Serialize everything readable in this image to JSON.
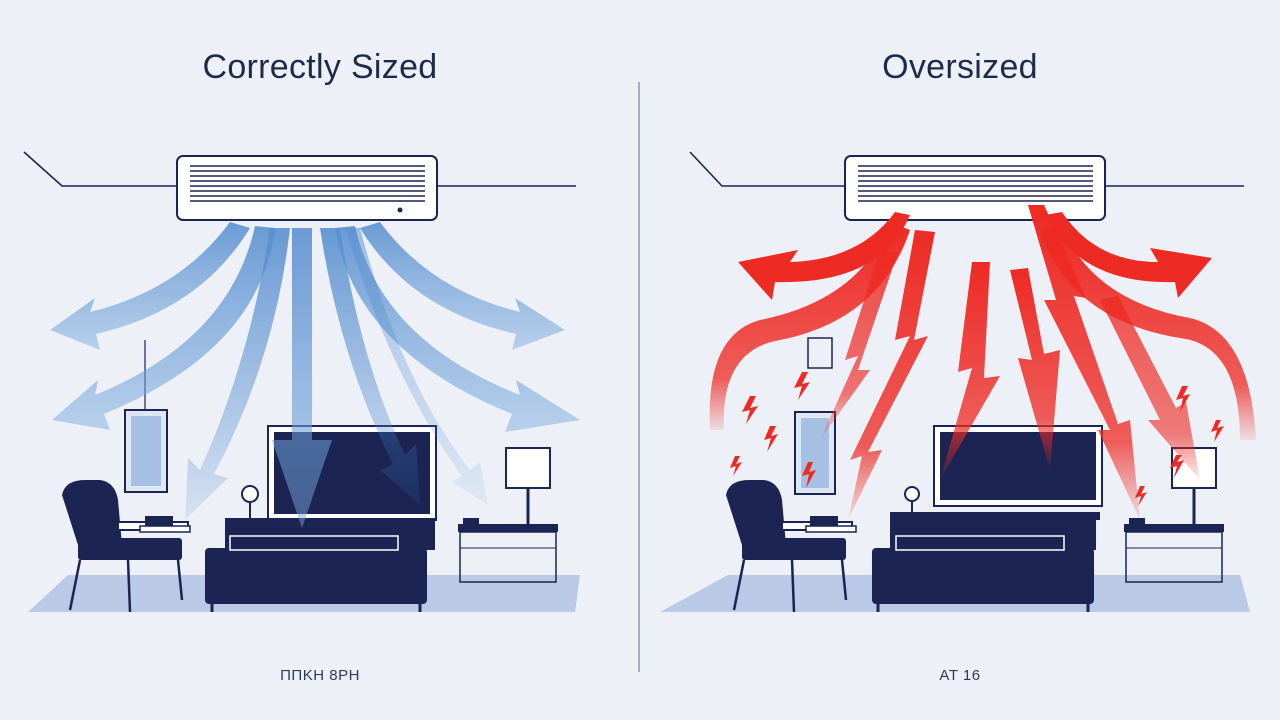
{
  "left_panel": {
    "title": "Correctly Sized",
    "caption": "ΠΠΚΗ 8ΡΗ"
  },
  "right_panel": {
    "title": "Oversized",
    "caption": "AT 16"
  },
  "colors": {
    "background": "#edf1f7",
    "navy": "#1b2452",
    "cool_blue": "#3f7fc8",
    "hot_red": "#ee2a24",
    "floor": "#b9c9e6"
  },
  "icons": [
    "air-conditioner-icon",
    "armchair-icon",
    "sofa-icon",
    "television-icon",
    "lamp-icon",
    "side-table-icon",
    "framed-picture-icon",
    "cool-airflow-arrow-icon",
    "hot-airflow-arrow-icon",
    "spark-icon"
  ]
}
